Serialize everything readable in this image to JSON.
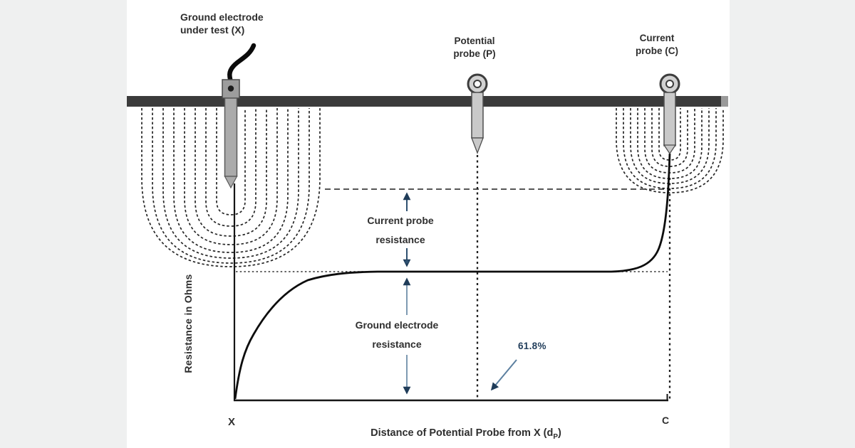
{
  "page": {
    "bg": "#eff0f0",
    "panel_bg": "#ffffff"
  },
  "palette": {
    "ground_bar": "#3b3b3b",
    "metal_fill": "#b5b5b5",
    "metal_stroke": "#4f4f4f",
    "line_color": "#1a1a1a",
    "annotation_navy": "#1f3c59",
    "annotation_blue": "#2e5070",
    "annotation_light": "#7e9ab2"
  },
  "labels": {
    "ground_electrode": {
      "line1": "Ground electrode",
      "line2": "under test (X)"
    },
    "potential_probe": {
      "line1": "Potential",
      "line2": "probe (P)"
    },
    "current_probe": {
      "line1": "Current",
      "line2": "probe (C)"
    },
    "current_probe_resistance": {
      "line1": "Current probe",
      "line2": "resistance"
    },
    "ground_electrode_resistance": {
      "line1": "Ground electrode",
      "line2": "resistance"
    },
    "percent_value": "61.8%",
    "y_axis_title": "Resistance in Ohms",
    "x_axis_title_prefix": "Distance of Potential Probe from X (d",
    "x_axis_title_sub": "P",
    "x_axis_title_suffix": ")",
    "x_origin_marker": "X",
    "c_end_marker": "C"
  }
}
